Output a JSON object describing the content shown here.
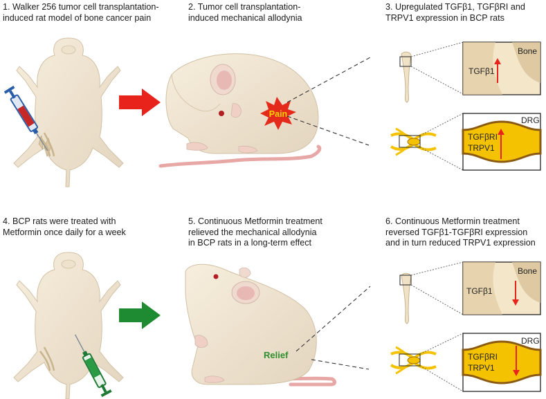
{
  "captions": {
    "c1": "1. Walker 256 tumor cell transplantation-\ninduced rat model of bone cancer pain",
    "c2": "2. Tumor cell transplantation-\ninduced mechanical allodynia",
    "c3": "3. Upregulated TGFβ1, TGFβRI and\nTRPV1 expression in BCP rats",
    "c4": "4. BCP rats were treated with\nMetformin once daily for a week",
    "c5": "5. Continuous Metformin treatment\nrelieved the mechanical allodynia\nin BCP rats in a long-term effect",
    "c6": "6. Continuous Metformin treatment\nreversed TGFβ1-TGFβRI expression\nand in turn reduced TRPV1 expression"
  },
  "labels": {
    "pain": "Pain",
    "relief": "Relief",
    "bone_top": "Bone",
    "tgfb1_top": "TGFβ1",
    "drg_top": "DRG",
    "tgfbri_top": "TGFβRI",
    "trpv1_top": "TRPV1",
    "bone_bottom": "Bone",
    "tgfb1_bottom": "TGFβ1",
    "drg_bottom": "DRG",
    "tgfbri_bottom": "TGFβRI",
    "trpv1_bottom": "TRPV1"
  },
  "colors": {
    "red_arrow": "#e8231c",
    "green_arrow": "#1e8a32",
    "rat_body": "#f2e7d3",
    "rat_shade": "#e1d3bd",
    "pain_burst": "#e42a1a",
    "pain_text": "#ffd200",
    "relief_text": "#2f8f2f",
    "nerve": "#f4c200",
    "nerve_outline": "#8a5a12"
  },
  "icons": [
    "syringe-red-icon",
    "syringe-green-icon",
    "up-arrow-icon",
    "down-arrow-icon"
  ]
}
